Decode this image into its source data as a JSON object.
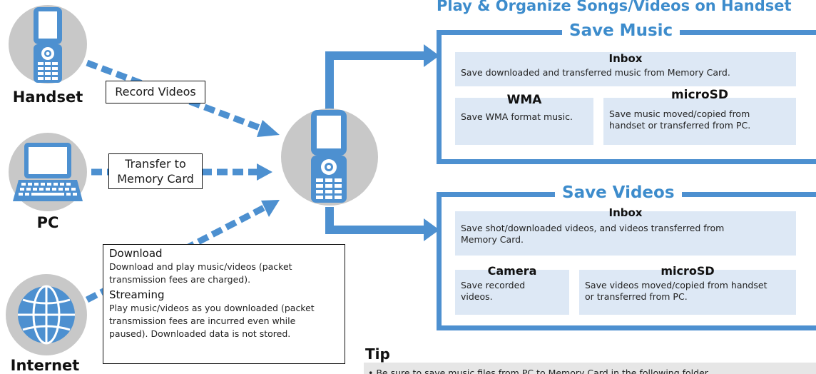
{
  "title": "Play & Organize Songs/Videos on Handset",
  "sources": {
    "handset": "Handset",
    "pc": "PC",
    "internet": "Internet"
  },
  "labels": {
    "record": "Record Videos",
    "transfer_line1": "Transfer to",
    "transfer_line2": "Memory Card"
  },
  "download_box": {
    "download_title": "Download",
    "download_lines": [
      "Download and play music/videos (packet",
      "transmission fees are charged)."
    ],
    "streaming_title": "Streaming",
    "streaming_lines": [
      "Play music/videos as you downloaded (packet",
      "transmission fees are incurred even while",
      "paused). Downloaded data is not stored."
    ]
  },
  "save_music": {
    "header": "Save Music",
    "inbox_title": "Inbox",
    "inbox_text": "Save downloaded and transferred music from Memory Card.",
    "wma_title": "WMA",
    "wma_text": "Save WMA format music.",
    "microsd_title": "microSD",
    "microsd_lines": [
      "Save music moved/copied from",
      "handset or transferred from PC."
    ]
  },
  "save_videos": {
    "header": "Save Videos",
    "inbox_title": "Inbox",
    "inbox_lines": [
      "Save shot/downloaded videos, and videos transferred from",
      "Memory Card."
    ],
    "camera_title": "Camera",
    "camera_lines": [
      "Save recorded",
      "videos."
    ],
    "microsd_title": "microSD",
    "microsd_lines": [
      "Save videos moved/copied from handset",
      "or transferred from PC."
    ]
  },
  "tip": {
    "title": "Tip",
    "text": "• Be sure to save music files from PC to Memory Card in the following folder."
  },
  "colors": {
    "accent": "#4d90d0",
    "title": "#3d8ccc",
    "cell": "#dde8f5",
    "hub": "#c8c8c8",
    "tip": "#e6e6e6"
  },
  "icons": [
    "flip-phone-icon",
    "laptop-icon",
    "globe-icon",
    "phone-hub-icon"
  ]
}
